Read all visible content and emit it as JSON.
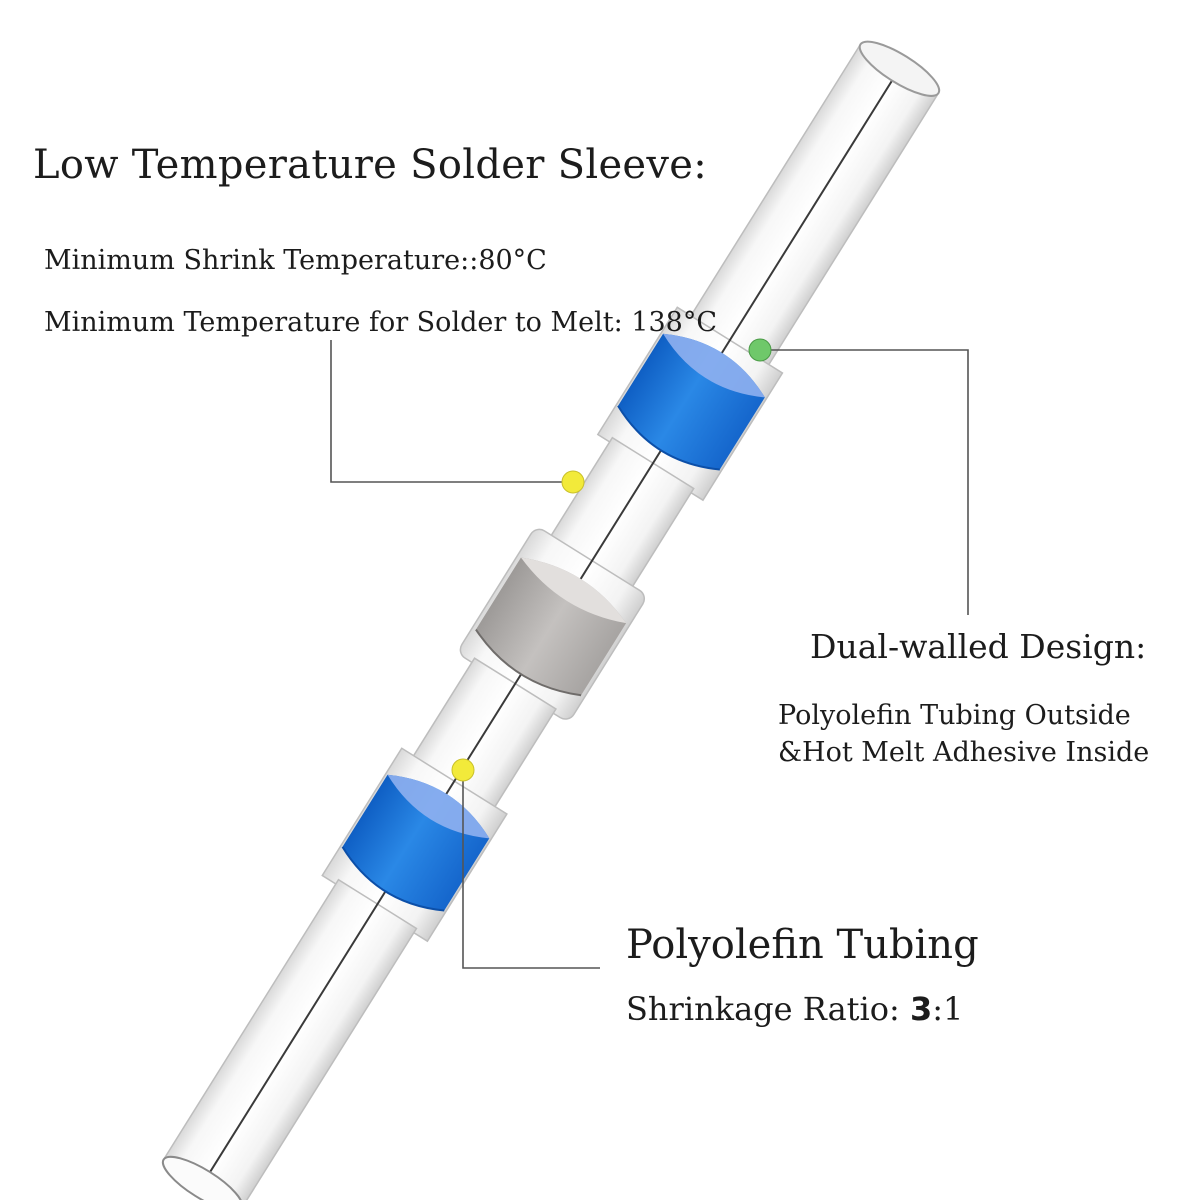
{
  "title": "Low Temperature Solder Sleeve:",
  "specs": {
    "shrink_temp": "Minimum Shrink Temperature::80°C",
    "solder_melt": "Minimum Temperature for Solder to Melt: 138°C"
  },
  "dual_walled": {
    "heading": "Dual-walled Design:",
    "line1": "Polyolefin Tubing Outside",
    "line2": "&Hot Melt Adhesive Inside"
  },
  "polyolefin": {
    "heading": "Polyolefin Tubing",
    "ratio_label": "Shrinkage Ratio: ",
    "ratio_num": "3",
    "ratio_rest": ":1"
  },
  "colors": {
    "ring_blue": "#1e78d8",
    "ring_highlight": "#8fb0f0",
    "solder_gray": "#b9b6b4",
    "dot_yellow": "#f2ea3a",
    "dot_green": "#6fc86a",
    "leader_line": "#555555"
  }
}
